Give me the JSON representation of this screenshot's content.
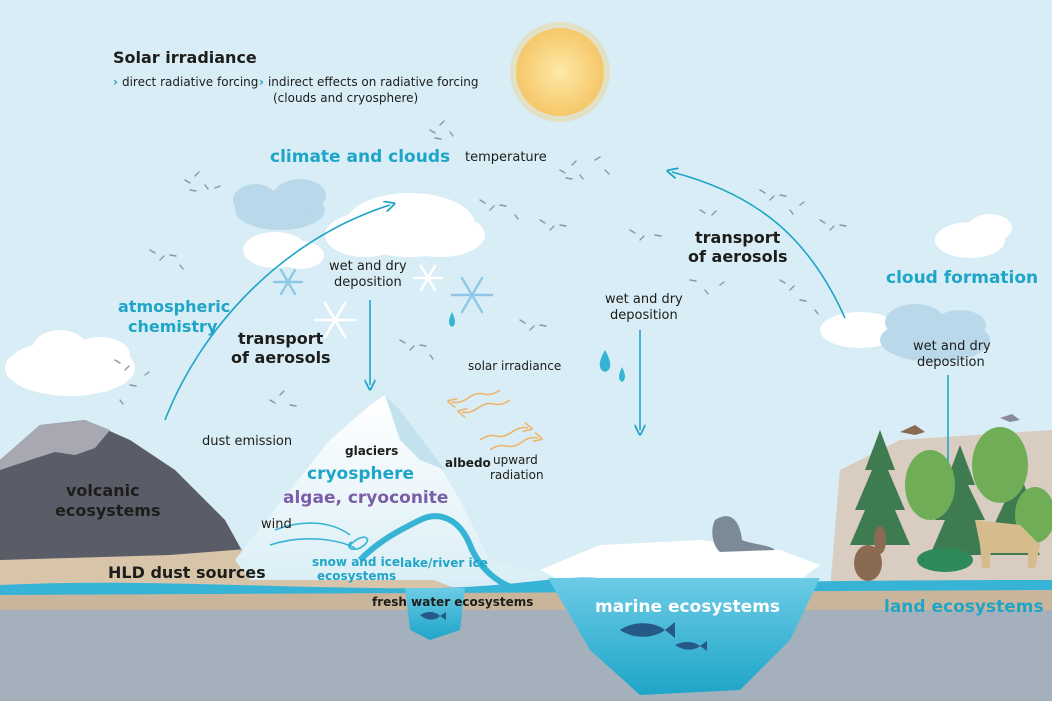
{
  "solar": {
    "title": "Solar irradiance",
    "direct": "direct radiative forcing",
    "indirect_line1": "indirect effects on radiative forcing",
    "indirect_line2": "(clouds and cryosphere)"
  },
  "labels": {
    "climate_clouds": "climate and clouds",
    "temperature": "temperature",
    "transport_aerosols_right_1": "transport",
    "transport_aerosols_right_2": "of aerosols",
    "transport_aerosols_left_1": "transport",
    "transport_aerosols_left_2": "of aerosols",
    "cloud_formation": "cloud formation",
    "wet_dry_1_line1": "wet and dry",
    "wet_dry_1_line2": "deposition",
    "wet_dry_2_line1": "wet and dry",
    "wet_dry_2_line2": "deposition",
    "wet_dry_3_line1": "wet and dry",
    "wet_dry_3_line2": "deposition",
    "atmospheric_1": "atmospheric",
    "atmospheric_2": "chemistry",
    "solar_irradiance_small": "solar irradiance",
    "dust_emission": "dust emission",
    "glaciers": "glaciers",
    "albedo": "albedo",
    "upward_1": "upward",
    "upward_2": "radiation",
    "cryosphere": "cryosphere",
    "algae": "algae, cryoconite",
    "volcanic_1": "volcanic",
    "volcanic_2": "ecosystems",
    "wind": "wind",
    "snow_ice_1": "snow and ice",
    "snow_ice_2": "ecosystems",
    "lake_river_ice": "lake/river ice",
    "hld": "HLD dust sources",
    "fresh_water": "fresh water ecosystems",
    "marine": "marine ecosystems",
    "land": "land ecosystems"
  },
  "colors": {
    "sky": "#d8edf5",
    "teal": "#1ea5c8",
    "purple": "#7a5ea8",
    "sun": "#fbd98a",
    "water": "#37b3d6",
    "ground": "#c8b59c",
    "bedrock": "#a4b1bd"
  }
}
